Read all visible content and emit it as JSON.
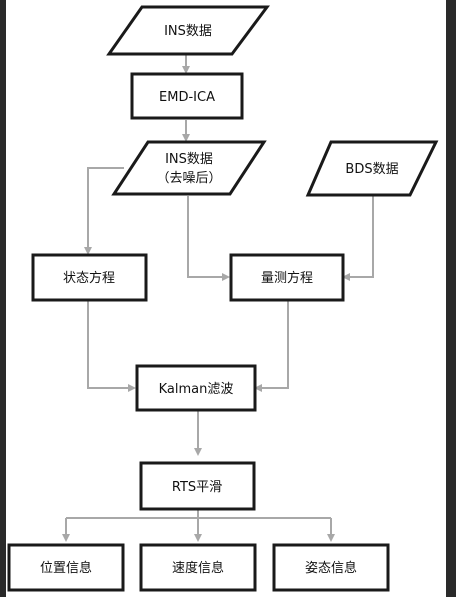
{
  "diagram": {
    "nodes": {
      "ins_data": "INS数据",
      "emd_ica": "EMD-ICA",
      "ins_denoised_line1": "INS数据",
      "ins_denoised_line2": "（去噪后）",
      "bds_data": "BDS数据",
      "state_equation": "状态方程",
      "measurement_equation": "量测方程",
      "kalman_filter": "Kalman滤波",
      "rts_smoothing": "RTS平滑",
      "position_info": "位置信息",
      "velocity_info": "速度信息",
      "attitude_info": "姿态信息"
    }
  }
}
